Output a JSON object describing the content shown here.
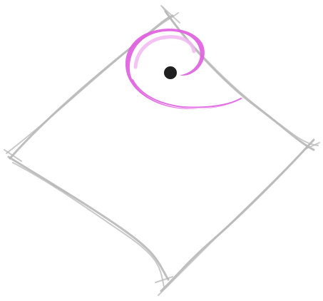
{
  "drawing": {
    "outline": {
      "shape": "diamond",
      "stroke_color": "#b8b8b8",
      "style": "hand-sketched"
    },
    "spiral_stroke": {
      "shape": "curl",
      "color": "#e060e0",
      "highlight_color": "#f2b8f2"
    },
    "dot": {
      "color": "#1f1f1f"
    }
  }
}
